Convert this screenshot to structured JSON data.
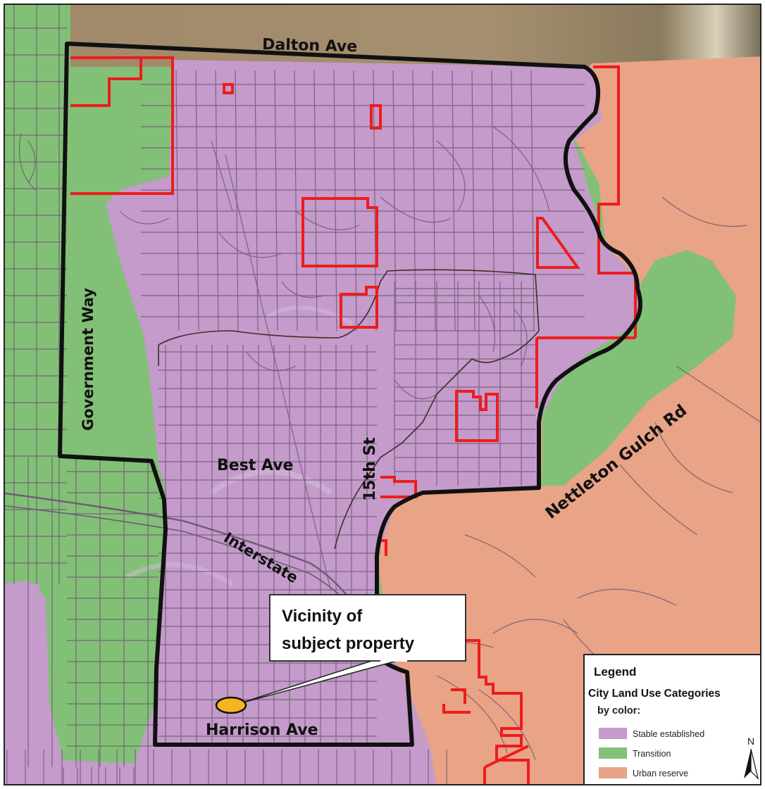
{
  "colors": {
    "stable": "#c49bcb",
    "transition": "#82c077",
    "urban_reserve": "#e9a386",
    "hills": "#a89372",
    "boundary": "#111111",
    "parcel_outline": "#ee1c1c",
    "road": "#6e5b73",
    "property_marker": "#f5b521"
  },
  "streets": {
    "dalton": "Dalton Ave",
    "government": "Government Way",
    "best": "Best Ave",
    "fifteenth": "15th St",
    "interstate": "Interstate",
    "nettleton": "Nettleton Gulch Rd",
    "harrison": "Harrison Ave"
  },
  "callout": {
    "line1": "Vicinity of",
    "line2": "subject property"
  },
  "legend": {
    "title": "Legend",
    "subtitle": "City Land Use Categories",
    "by_color": "by color:",
    "items": [
      {
        "label": "Stable established",
        "color": "#c49bcb"
      },
      {
        "label": "Transition",
        "color": "#82c077"
      },
      {
        "label": "Urban reserve",
        "color": "#e9a386"
      }
    ],
    "north": "N"
  }
}
